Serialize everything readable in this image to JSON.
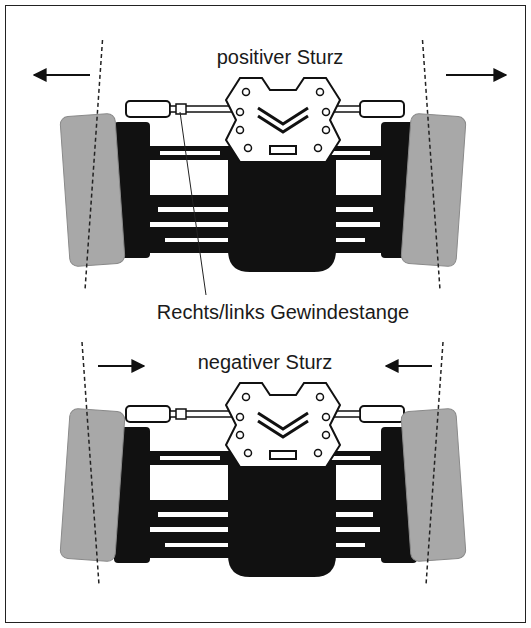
{
  "diagram": {
    "labels": [
      "positiver Sturz",
      "Rechts/links Gewindestange",
      "negativer Sturz"
    ]
  }
}
